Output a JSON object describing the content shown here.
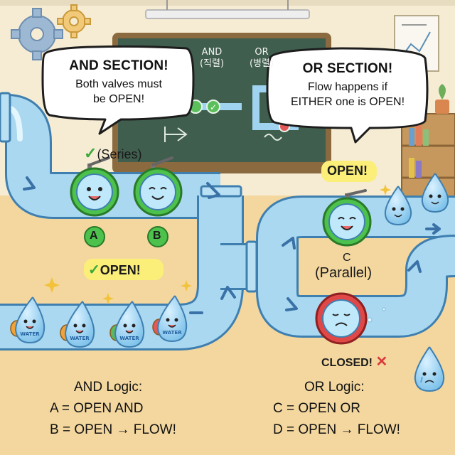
{
  "chalkboard": {
    "and_label": "AND",
    "and_korean": "(직렬)",
    "or_label": "OR",
    "or_korean": "(병렬)"
  },
  "and_bubble": {
    "title": "AND SECTION!",
    "line1": "Both valves must",
    "line2": "be OPEN!"
  },
  "or_bubble": {
    "title": "OR SECTION!",
    "line1": "Flow happens if",
    "line2": "EITHER one is OPEN!"
  },
  "series": {
    "label": "(Series)",
    "check": "✓",
    "valve_a": "A",
    "valve_b": "B",
    "open_tag": "OPEN!"
  },
  "parallel": {
    "open_tag": "OPEN!",
    "valve_c": "C",
    "label": "(Parallel)",
    "closed_tag": "CLOSED!",
    "cross": "✕"
  },
  "water_drop_label": "WATER",
  "and_logic": {
    "title": "AND Logic:",
    "line1": "A = OPEN AND",
    "line2": "B = OPEN → FLOW!"
  },
  "or_logic": {
    "title": "OR Logic:",
    "line1": "C = OPEN OR",
    "line2": "D = OPEN → FLOW!"
  },
  "colors": {
    "pipe": "#a9d8f0",
    "pipe_edge": "#3f7fb0",
    "valve_open": "#4cc24c",
    "valve_closed": "#e04848",
    "chalkboard": "#3f5e4e",
    "wall": "#f6ecd4",
    "floor": "#f2d49a"
  }
}
